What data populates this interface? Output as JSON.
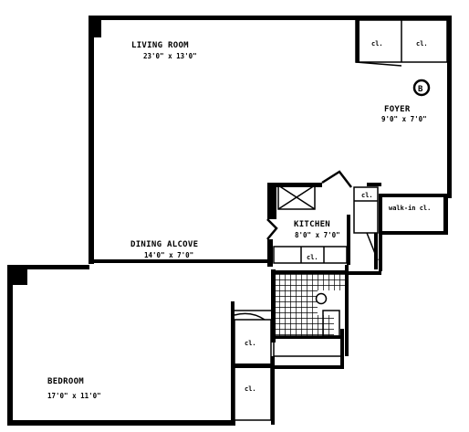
{
  "rooms": {
    "living_room": {
      "name": "LIVING ROOM",
      "dims": "23'0\" x 13'0\""
    },
    "foyer": {
      "name": "FOYER",
      "dims": "9'0\" x 7'0\"",
      "badge": "B"
    },
    "kitchen": {
      "name": "KITCHEN",
      "dims": "8'0\" x 7'0\""
    },
    "dining_alcove": {
      "name": "DINING ALCOVE",
      "dims": "14'0\" x 7'0\""
    },
    "bedroom": {
      "name": "BEDROOM",
      "dims": "17'0\" x 11'0\""
    }
  },
  "closets": {
    "foyer_left": "cl.",
    "foyer_right": "cl.",
    "walk_in": "walk-in cl.",
    "kitchen_small": "cl.",
    "bath": "cl.",
    "bedroom_upper": "cl.",
    "bedroom_lower": "cl."
  }
}
